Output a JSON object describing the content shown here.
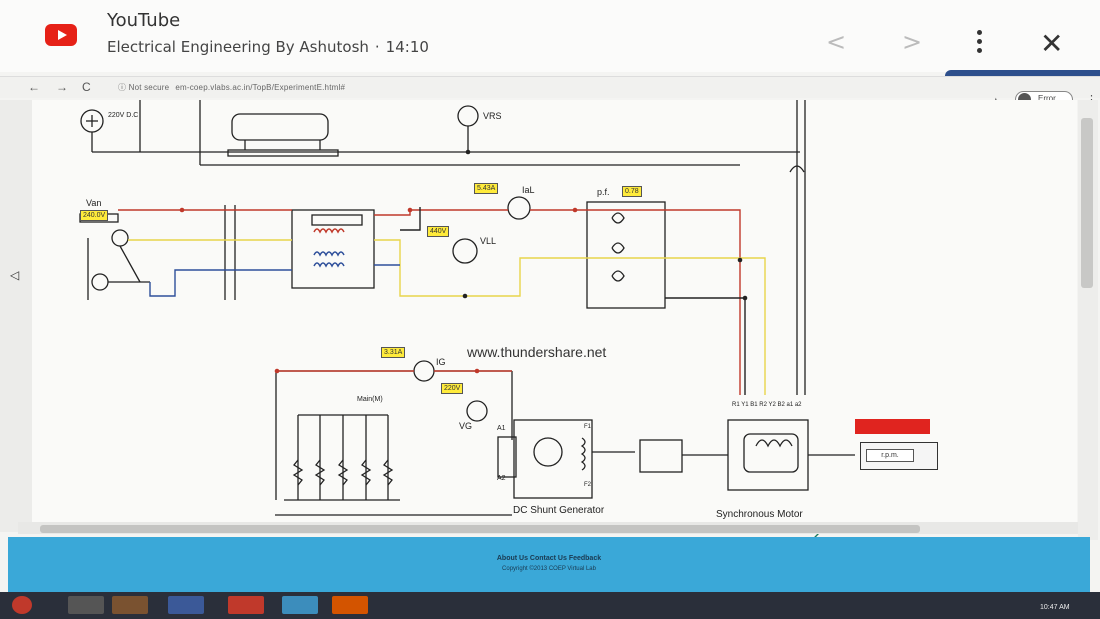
{
  "video": {
    "app": "YouTube",
    "channel": "Electrical Engineering By Ashutosh",
    "separator": "·",
    "duration": "14:10"
  },
  "controls": {
    "prev": "<",
    "next": ">",
    "close": "✕"
  },
  "browser": {
    "back": "←",
    "forward": "→",
    "reload": "C",
    "security": "ⓘ Not secure",
    "url": "em-coep.vlabs.ac.in/TopB/ExperimentE.html#",
    "profile_label": "Error",
    "menu": "⋮"
  },
  "diagram": {
    "supply_label": "220V D.C",
    "vrs_label": "VRS",
    "van_label": "Van",
    "van_value": "240.0V",
    "ial_value": "5.43A",
    "ial_label": "IaL",
    "pf_label": "p.f.",
    "pf_value": "0.78",
    "vll_value": "440V",
    "vll_label": "VLL",
    "ig_value": "3.31A",
    "ig_label": "IG",
    "vg_value": "220V",
    "vg_label": "VG",
    "mains_label": "Main(M)",
    "watermark": "www.thundershare.net",
    "a1": "A1",
    "a2": "A2",
    "f1": "F1",
    "f2": "F2",
    "dc_gen_label": "DC Shunt Generator",
    "sync_motor_label": "Synchronous Motor",
    "rpm_label": "r.p.m.",
    "terminals": "R1 Y1 B1 R2 Y2 B2 a1 a2"
  },
  "footer": {
    "links": "About Us   Contact Us   Feedback",
    "copyright": "Copyright ©2013 COEP Virtual Lab"
  },
  "taskbar": {
    "time": "10:47 AM"
  },
  "colors": {
    "yt_red": "#e62117",
    "footer_blue": "#3aa8d8",
    "wire_red": "#c0392b",
    "wire_yellow": "#e8d54a",
    "wire_blue": "#2e4f9a",
    "value_box": "#ffeb3b"
  }
}
